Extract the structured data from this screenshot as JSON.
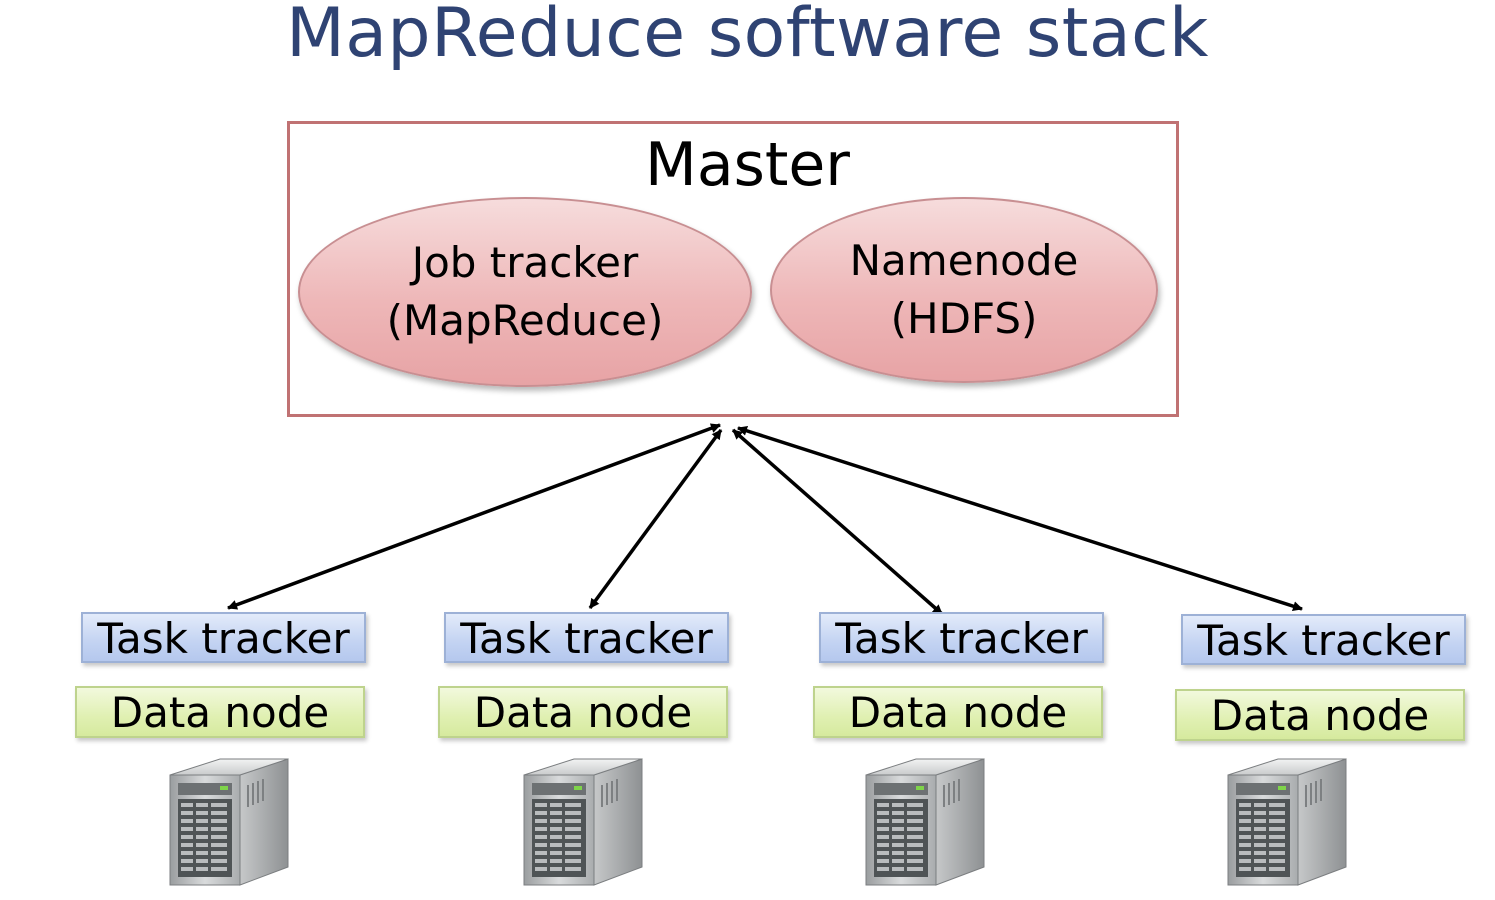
{
  "title": "MapReduce software stack",
  "master": {
    "label": "Master",
    "job_tracker": {
      "line1": "Job tracker",
      "line2": "(MapReduce)"
    },
    "namenode": {
      "line1": "Namenode",
      "line2": "(HDFS)"
    }
  },
  "workers": [
    {
      "task_tracker": "Task tracker",
      "data_node": "Data node",
      "icon": "server-icon"
    },
    {
      "task_tracker": "Task tracker",
      "data_node": "Data node",
      "icon": "server-icon"
    },
    {
      "task_tracker": "Task tracker",
      "data_node": "Data node",
      "icon": "server-icon"
    },
    {
      "task_tracker": "Task tracker",
      "data_node": "Data node",
      "icon": "server-icon"
    }
  ],
  "colors": {
    "title": "#2f4373",
    "master_border": "#c07273",
    "ellipse_fill": "#eeb7b8",
    "task_tracker_fill": "#c3d3f2",
    "data_node_fill": "#e0f0b2",
    "arrow": "#000000"
  }
}
